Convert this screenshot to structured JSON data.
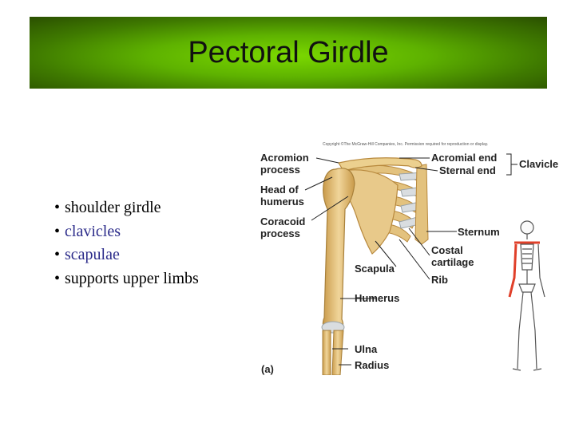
{
  "slide": {
    "title": "Pectoral Girdle",
    "bullets": [
      {
        "text": "shoulder girdle",
        "color": "#000000"
      },
      {
        "text": "clavicles",
        "color": "#2b2b8a"
      },
      {
        "text": "scapulae",
        "color": "#2b2b8a"
      },
      {
        "text": "supports upper limbs",
        "color": "#000000"
      }
    ]
  },
  "figure": {
    "copyright": "Copyright ©The McGraw-Hill Companies, Inc. Permission required for reproduction or display.",
    "labels": {
      "acromion": "Acromion\nprocess",
      "head_humerus": "Head of\nhumerus",
      "coracoid": "Coracoid\nprocess",
      "scapula": "Scapula",
      "humerus": "Humerus",
      "ulna": "Ulna",
      "radius": "Radius",
      "panel": "(a)",
      "acromial_end": "Acromial end",
      "sternal_end": "Sternal end",
      "clavicle": "Clavicle",
      "sternum": "Sternum",
      "costal": "Costal\ncartilage",
      "rib": "Rib"
    },
    "colors": {
      "bone": "#e3c27e",
      "bone_shadow": "#b8893d",
      "cartilage": "#d9dde0",
      "highlight": "#e0402a"
    }
  }
}
